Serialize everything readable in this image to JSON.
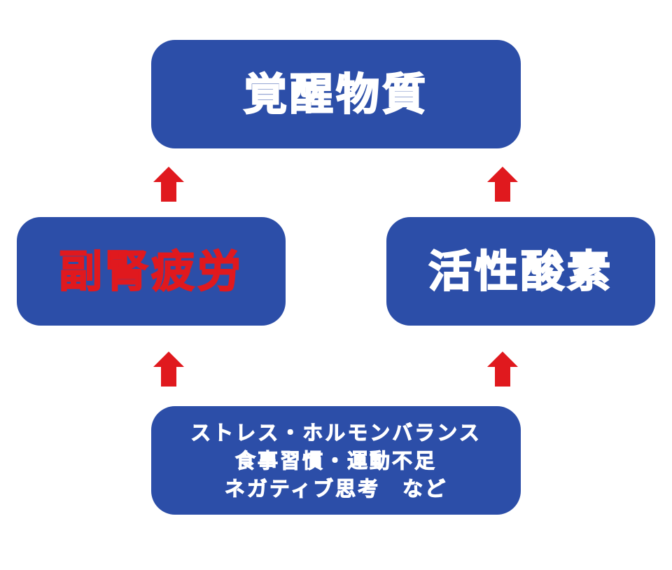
{
  "diagram": {
    "top_box": {
      "label": "覚醒物質"
    },
    "left_box": {
      "label": "副腎疲労"
    },
    "right_box": {
      "label": "活性酸素"
    },
    "bottom_box": {
      "lines": [
        "ストレス・ホルモンバランス",
        "食事習慣・運動不足",
        "ネガティブ思考　など"
      ]
    },
    "colors": {
      "box_fill": "#2c4ea8",
      "arrow": "#e0191e",
      "highlight_text": "#e0191e",
      "text": "#ffffff"
    },
    "arrows": [
      {
        "from": "左下ボックス",
        "to": "副腎疲労"
      },
      {
        "from": "右下ボックス",
        "to": "活性酸素"
      },
      {
        "from": "副腎疲労",
        "to": "覚醒物質"
      },
      {
        "from": "活性酸素",
        "to": "覚醒物質"
      }
    ]
  }
}
